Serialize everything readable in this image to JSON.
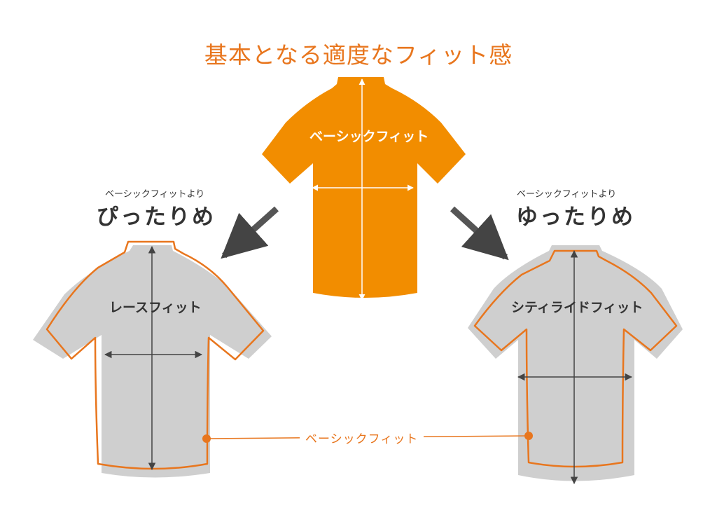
{
  "title": "基本となる適度なフィット感",
  "center_shirt": {
    "label": "ベーシックフィット"
  },
  "left": {
    "note": "ベーシックフィットより",
    "heading": "ぴったりめ",
    "shirt_label": "レースフィット"
  },
  "right": {
    "note": "ベーシックフィットより",
    "heading": "ゆったりめ",
    "shirt_label": "シティライドフィット"
  },
  "compare_label": "ベーシックフィット",
  "colors": {
    "accent": "#e8761e",
    "orange_fill": "#f28d00",
    "gray_fill": "#cfcfcf",
    "dark_text": "#333333"
  }
}
